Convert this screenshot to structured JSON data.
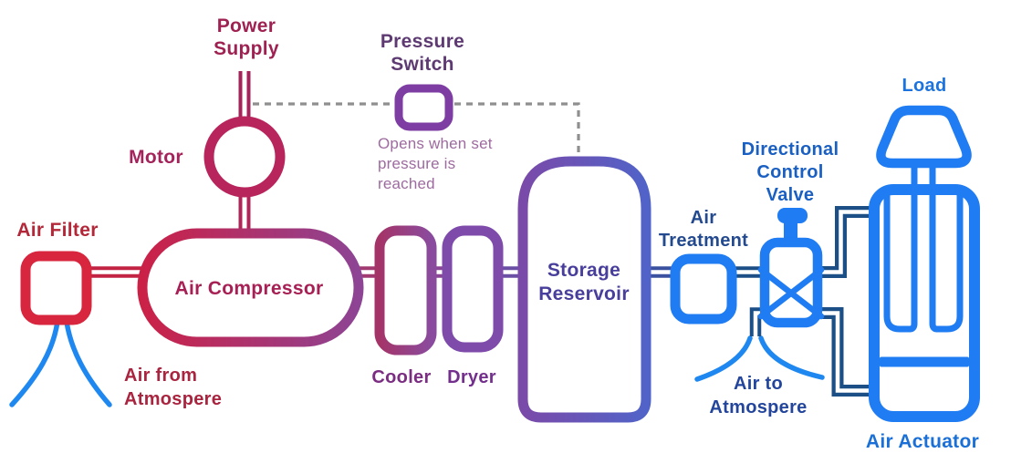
{
  "components": {
    "power_supply": {
      "lines": [
        "Power",
        "Supply"
      ]
    },
    "motor": {
      "label": "Motor"
    },
    "air_filter": {
      "label": "Air Filter"
    },
    "air_from_atmosphere": {
      "lines": [
        "Air from",
        "Atmospere"
      ]
    },
    "air_compressor": {
      "label": "Air Compressor"
    },
    "pressure_switch": {
      "lines": [
        "Pressure",
        "Switch"
      ],
      "note": [
        "Opens when set",
        "pressure is",
        "reached"
      ]
    },
    "cooler": {
      "label": "Cooler"
    },
    "dryer": {
      "label": "Dryer"
    },
    "storage_reservoir": {
      "lines": [
        "Storage",
        "Reservoir"
      ]
    },
    "air_treatment": {
      "lines": [
        "Air",
        "Treatment"
      ]
    },
    "directional_control_valve": {
      "lines": [
        "Directional",
        "Control",
        "Valve"
      ]
    },
    "air_to_atmosphere": {
      "lines": [
        "Air to",
        "Atmospere"
      ]
    },
    "load": {
      "label": "Load"
    },
    "air_actuator": {
      "label": "Air Actuator"
    }
  },
  "colors": {
    "filter_red": "#d7263d",
    "motor_crimson": "#b8245c",
    "compressor_left": "#cb2147",
    "compressor_right": "#8d4494",
    "dryer_purple": "#7e4bab",
    "switch_purple": "#7d3da2",
    "reservoir_left": "#7a4aa9",
    "reservoir_right": "#5163c8",
    "navy_pipe": "#1d4f87",
    "bright_blue": "#1f7cf2",
    "sky_blue": "#1e88f0",
    "dashed_gray": "#8f8f8f"
  }
}
